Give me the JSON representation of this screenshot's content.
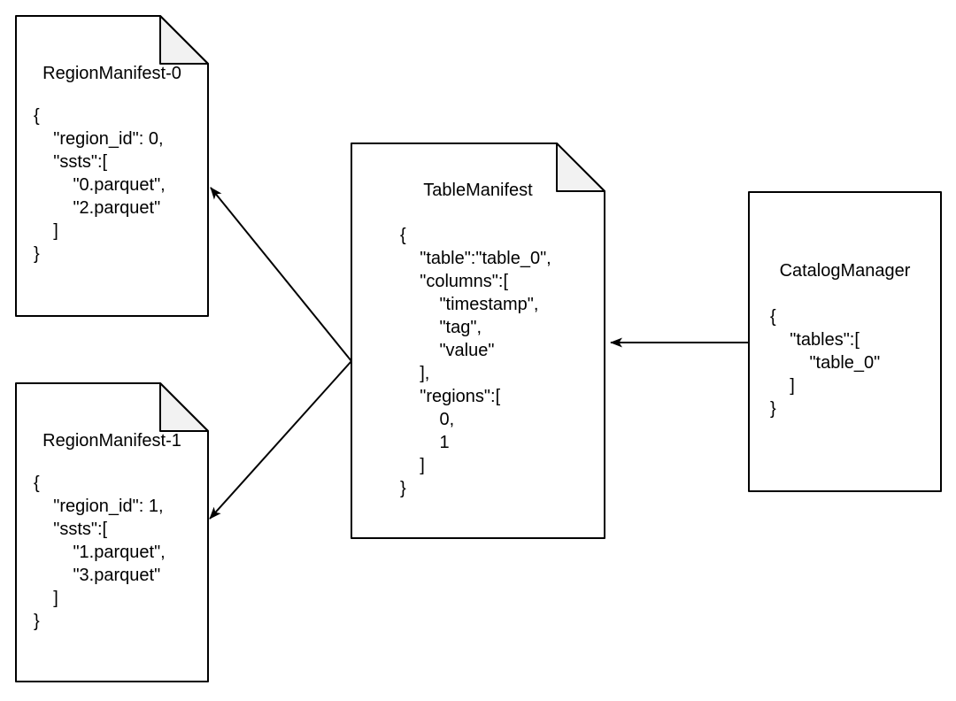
{
  "diagram": {
    "nodes": [
      {
        "id": "region-manifest-0",
        "shape": "note",
        "title": "RegionManifest-0",
        "body": "{\n    \"region_id\": 0,\n    \"ssts\":[\n        \"0.parquet\",\n        \"2.parquet\"\n    ]\n}"
      },
      {
        "id": "region-manifest-1",
        "shape": "note",
        "title": "RegionManifest-1",
        "body": "{\n    \"region_id\": 1,\n    \"ssts\":[\n        \"1.parquet\",\n        \"3.parquet\"\n    ]\n}"
      },
      {
        "id": "table-manifest",
        "shape": "note",
        "title": "TableManifest",
        "body": "{\n    \"table\":\"table_0\",\n    \"columns\":[\n        \"timestamp\",\n        \"tag\",\n        \"value\"\n    ],\n    \"regions\":[\n        0,\n        1\n    ]\n}"
      },
      {
        "id": "catalog-manager",
        "shape": "rectangle",
        "title": "CatalogManager",
        "body": "{\n    \"tables\":[\n        \"table_0\"\n    ]\n}"
      }
    ],
    "edges": [
      {
        "from": "table-manifest",
        "to": "region-manifest-0",
        "style": "solid-arrow"
      },
      {
        "from": "table-manifest",
        "to": "region-manifest-1",
        "style": "solid-arrow"
      },
      {
        "from": "catalog-manager",
        "to": "table-manifest",
        "style": "solid-arrow"
      }
    ],
    "colors": {
      "stroke": "#000000",
      "node_fill": "#ffffff",
      "fold_fill": "#f2f2f2",
      "canvas_background": "#ffffff"
    }
  }
}
